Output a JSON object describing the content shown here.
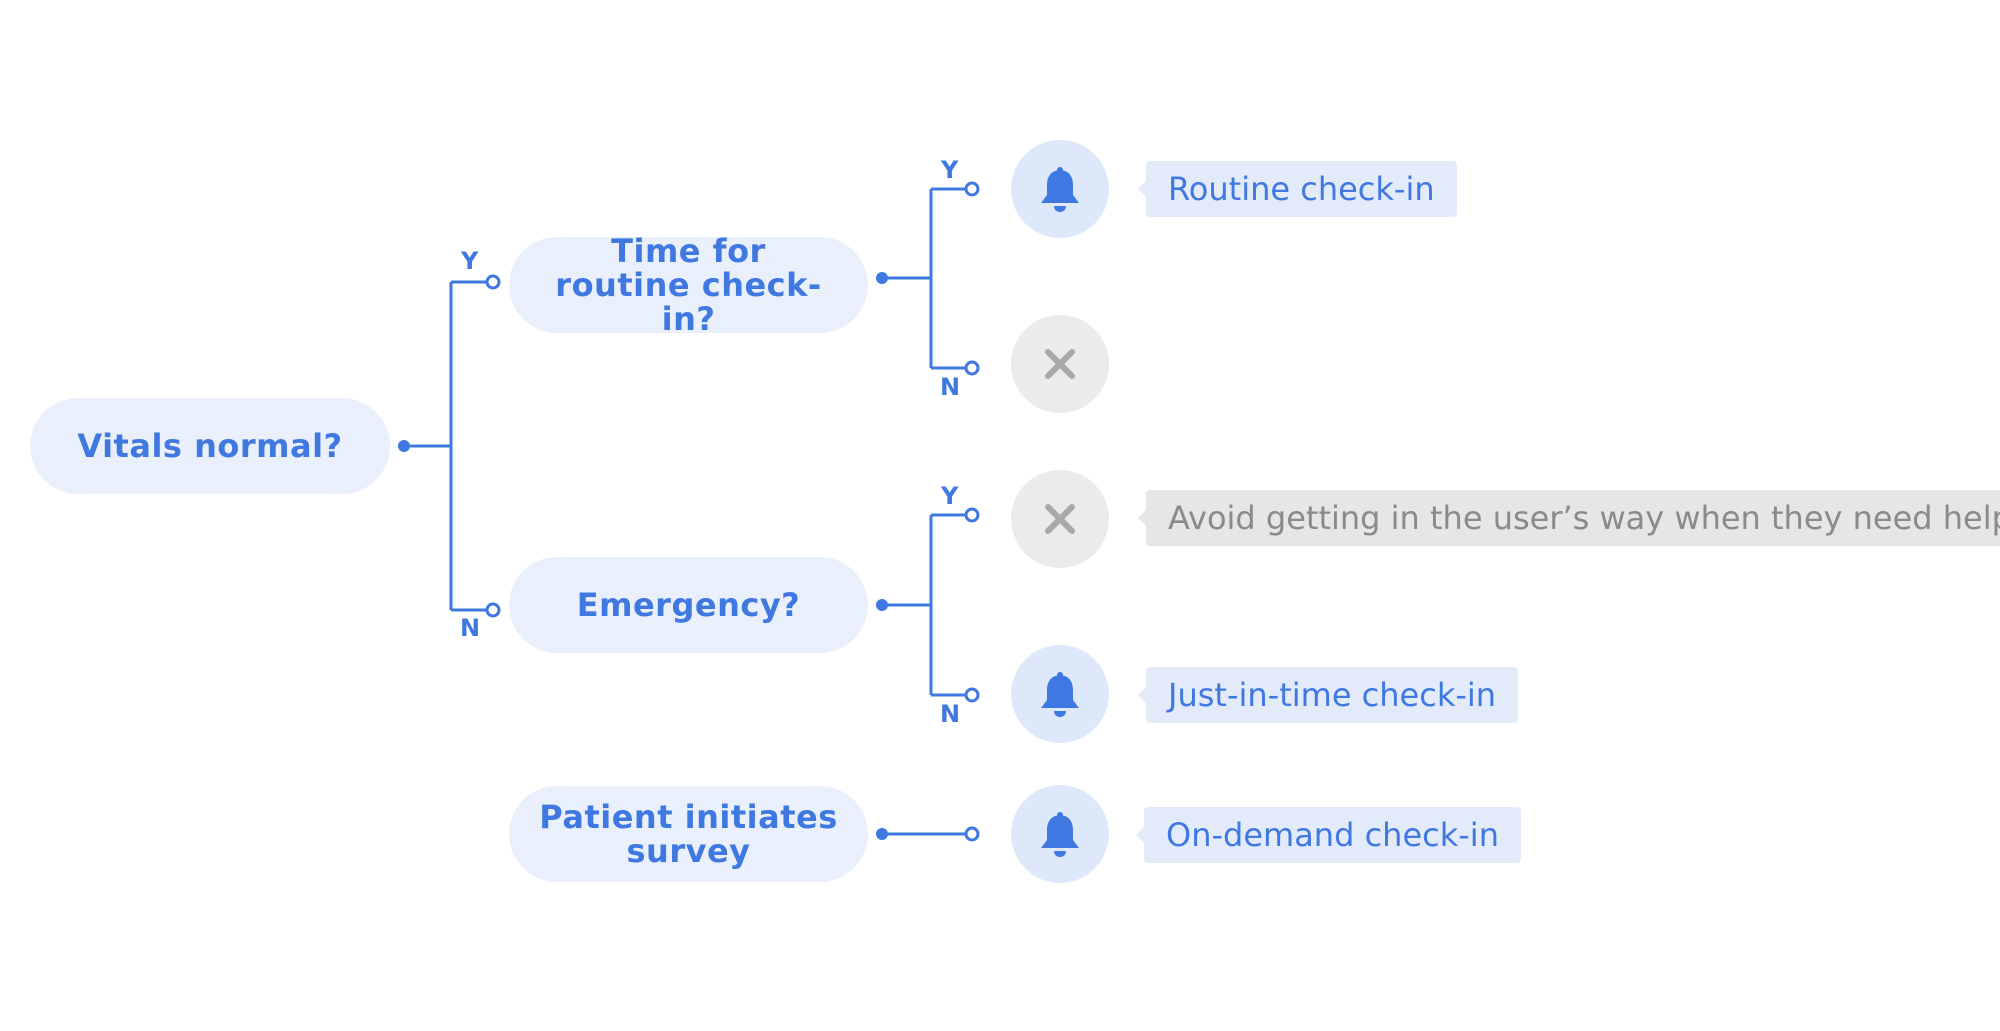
{
  "nodes": {
    "vitals": "Vitals normal?",
    "routine_time": "Time for routine check-in?",
    "emergency": "Emergency?",
    "patient_survey": "Patient initiates survey"
  },
  "branch_labels": {
    "yes": "Y",
    "no": "N"
  },
  "outcomes": {
    "routine": "Routine check-in",
    "avoid": "Avoid getting in the user’s way when they need help",
    "just_in_time": "Just-in-time check-in",
    "on_demand": "On-demand check-in"
  },
  "icons": {
    "notify": "bell-icon",
    "none": "close-icon"
  },
  "colors": {
    "accent": "#3f78e0",
    "node_fill": "#eaf0fb",
    "notify_fill": "#dde8fb",
    "none_fill": "#ebebeb",
    "muted_text": "#8a8a8a"
  }
}
